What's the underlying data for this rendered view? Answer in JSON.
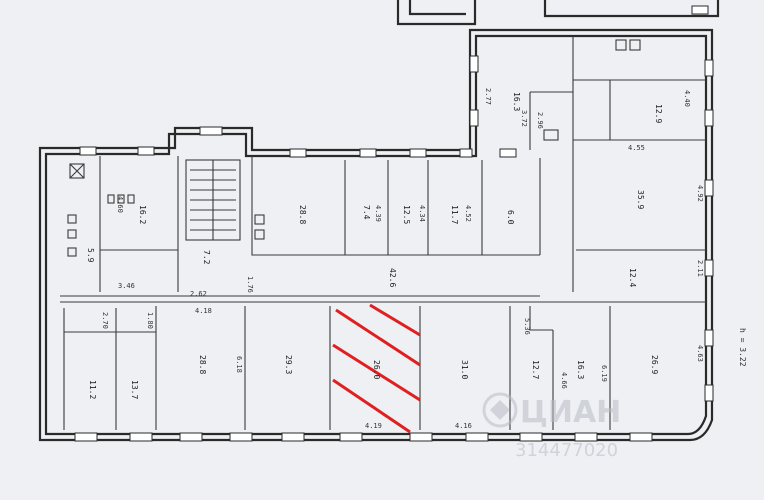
{
  "scale_label": "h = 3.22",
  "watermark": {
    "brand": "ЦИАН",
    "number": "314477020"
  },
  "rooms": [
    {
      "id": "tl-a",
      "label": "5.9"
    },
    {
      "id": "tl-b",
      "label": "16.2"
    },
    {
      "id": "tl-c",
      "label": "7.2"
    },
    {
      "id": "left-1",
      "label": "11.2"
    },
    {
      "id": "left-2",
      "label": "13.7"
    },
    {
      "id": "r9",
      "label": "28.8"
    },
    {
      "id": "r10",
      "label": "29.3"
    },
    {
      "id": "r11",
      "label": "26.0"
    },
    {
      "id": "r12",
      "label": "31.0"
    },
    {
      "id": "r13",
      "label": "12.7"
    },
    {
      "id": "r14",
      "label": "16.3"
    },
    {
      "id": "r15",
      "label": "26.9"
    },
    {
      "id": "upper-1",
      "label": "28.8"
    },
    {
      "id": "upper-2",
      "label": "7.4"
    },
    {
      "id": "upper-3",
      "label": "12.5"
    },
    {
      "id": "upper-4",
      "label": "11.7"
    },
    {
      "id": "upper-5",
      "label": "6.0"
    },
    {
      "id": "right-big",
      "label": "35.9"
    },
    {
      "id": "right-small",
      "label": "12.4"
    },
    {
      "id": "tr-a",
      "label": "12.9"
    },
    {
      "id": "tr-b",
      "label": "16.3"
    },
    {
      "id": "corridor",
      "label": "42.6"
    }
  ],
  "dimensions": [
    "4.60",
    "6.18",
    "4.19",
    "5.36",
    "4.18",
    "4.16",
    "4.92",
    "4.55",
    "4.40",
    "2.11",
    "4.63",
    "3.72",
    "2.96",
    "2.70",
    "1.80",
    "3.46",
    "2.62",
    "1.76",
    "2.77",
    "4.52",
    "4.34",
    "4.39",
    "6.19",
    "4.66"
  ]
}
